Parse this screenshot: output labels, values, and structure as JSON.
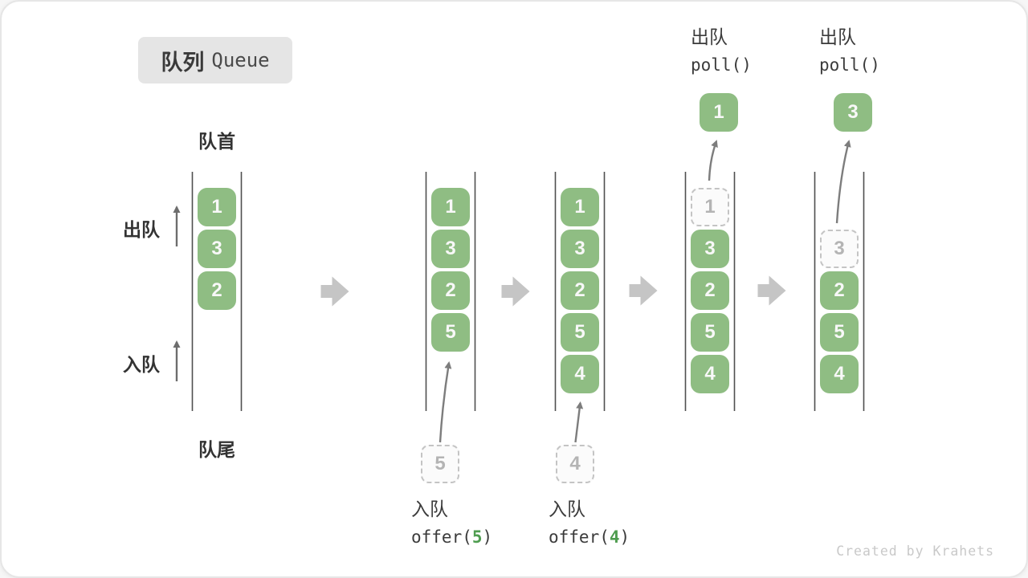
{
  "title": {
    "zh": "队列",
    "en": "Queue"
  },
  "labels": {
    "front": "队首",
    "rear": "队尾",
    "dequeue": "出队",
    "enqueue": "入队"
  },
  "queues": [
    {
      "name": "state-initial",
      "cells": [
        {
          "value": "1",
          "row": 0,
          "state": "green"
        },
        {
          "value": "3",
          "row": 1,
          "state": "green"
        },
        {
          "value": "2",
          "row": 2,
          "state": "green"
        }
      ]
    },
    {
      "name": "state-offer-5",
      "cells": [
        {
          "value": "1",
          "row": 0,
          "state": "green"
        },
        {
          "value": "3",
          "row": 1,
          "state": "green"
        },
        {
          "value": "2",
          "row": 2,
          "state": "green"
        },
        {
          "value": "5",
          "row": 3,
          "state": "green"
        }
      ],
      "pending": "5",
      "op": {
        "label": "入队",
        "prefix": "offer(",
        "arg": "5",
        "suffix": ")"
      }
    },
    {
      "name": "state-offer-4",
      "cells": [
        {
          "value": "1",
          "row": 0,
          "state": "green"
        },
        {
          "value": "3",
          "row": 1,
          "state": "green"
        },
        {
          "value": "2",
          "row": 2,
          "state": "green"
        },
        {
          "value": "5",
          "row": 3,
          "state": "green"
        },
        {
          "value": "4",
          "row": 4,
          "state": "green"
        }
      ],
      "pending": "4",
      "op": {
        "label": "入队",
        "prefix": "offer(",
        "arg": "4",
        "suffix": ")"
      }
    },
    {
      "name": "state-poll-1",
      "cells": [
        {
          "value": "1",
          "row": 0,
          "state": "dashed"
        },
        {
          "value": "3",
          "row": 1,
          "state": "green"
        },
        {
          "value": "2",
          "row": 2,
          "state": "green"
        },
        {
          "value": "5",
          "row": 3,
          "state": "green"
        },
        {
          "value": "4",
          "row": 4,
          "state": "green"
        }
      ],
      "popped": "1",
      "op": {
        "label": "出队",
        "call": "poll()"
      }
    },
    {
      "name": "state-poll-3",
      "cells": [
        {
          "value": "3",
          "row": 1,
          "state": "dashed"
        },
        {
          "value": "2",
          "row": 2,
          "state": "green"
        },
        {
          "value": "5",
          "row": 3,
          "state": "green"
        },
        {
          "value": "4",
          "row": 4,
          "state": "green"
        }
      ],
      "popped": "3",
      "op": {
        "label": "出队",
        "call": "poll()"
      }
    }
  ],
  "footer": {
    "credit": "Created by Krahets"
  },
  "colors": {
    "cell_green": "#8fbd83",
    "cell_text": "#f8f8f8",
    "dashed_border": "#c4c4c4",
    "dashed_text": "#b4b4b4",
    "accent_green": "#4f9d50",
    "rail": "#4f4f4f",
    "block_arrow": "#c5c5c5",
    "thin_arrow": "#7d7d7d",
    "title_bg": "#e5e5e5"
  }
}
